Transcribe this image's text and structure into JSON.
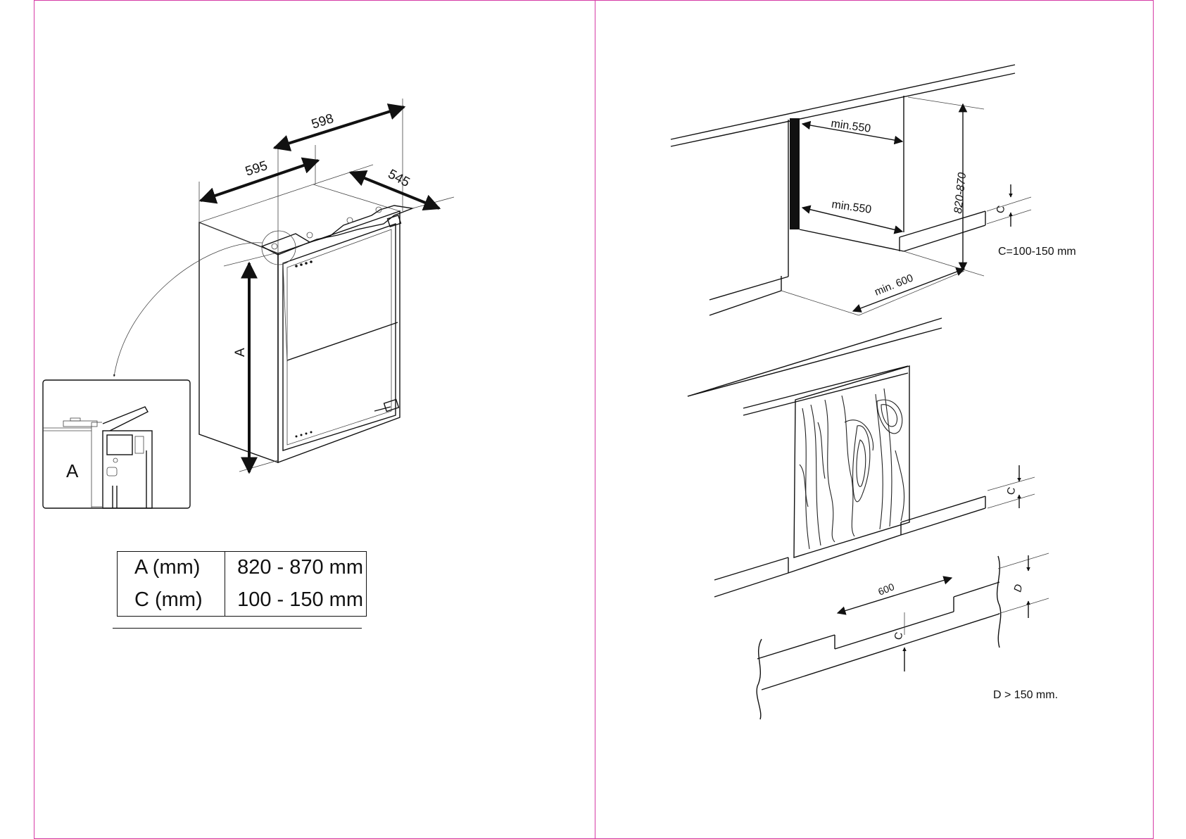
{
  "left_diagram": {
    "dim_width": "595",
    "dim_depth_total": "598",
    "dim_depth": "545",
    "dim_height_label": "A",
    "detail_label": "A"
  },
  "dimension_table": {
    "rows": [
      {
        "label": "A (mm)",
        "value": "820 - 870 mm"
      },
      {
        "label": "C (mm)",
        "value": "100 - 150 mm"
      }
    ]
  },
  "right_top_diagram": {
    "min_depth_upper": "min.550",
    "min_depth_lower": "min.550",
    "height_range": "820-870",
    "plinth_label": "C",
    "min_width": "min. 600",
    "note": "C=100-150 mm"
  },
  "right_bottom_diagram": {
    "plinth_label_right": "C",
    "vent_width": "600",
    "plinth_label_center": "C",
    "gap_label": "D",
    "note": "D > 150 mm."
  },
  "colors": {
    "frame": "#d63ba6",
    "ink": "#111111"
  }
}
